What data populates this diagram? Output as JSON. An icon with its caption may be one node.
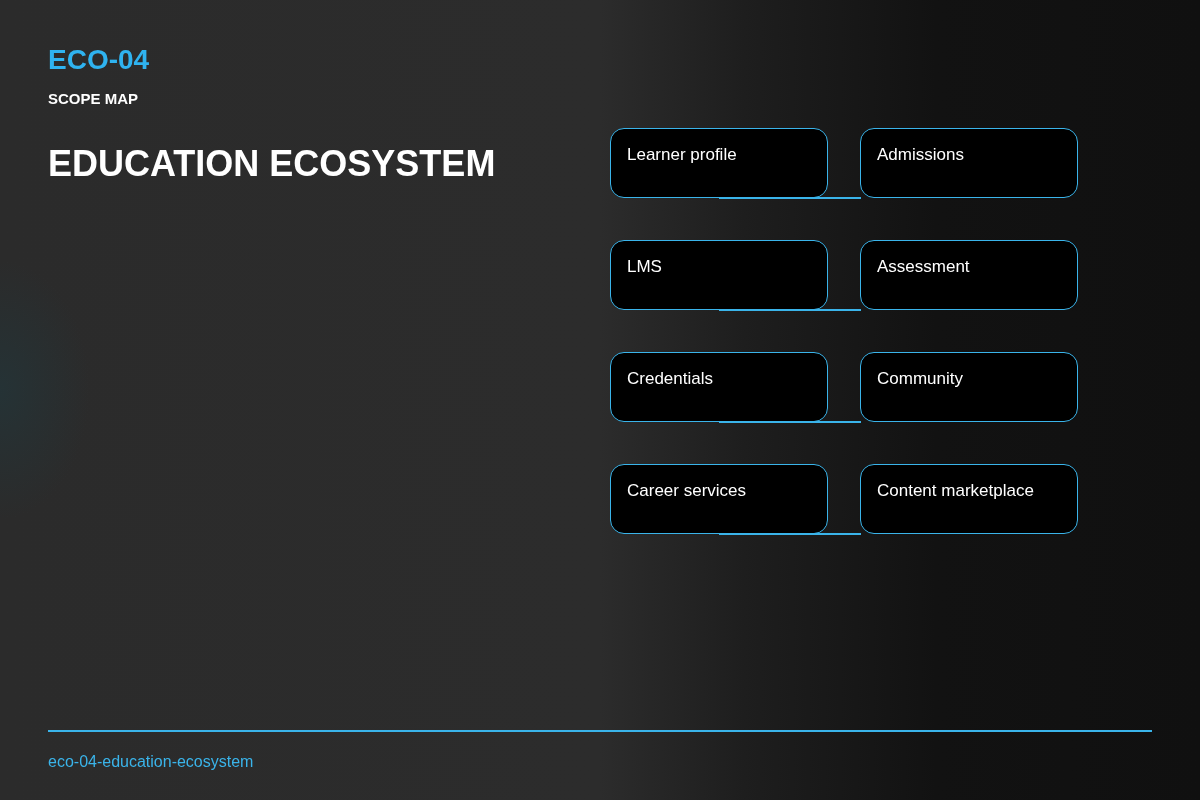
{
  "diagram": {
    "title": "EDUCATION ECOSYSTEM",
    "nodes": [
      {
        "text": [
          "Learner profile"
        ]
      },
      {
        "text": [
          "Admissions"
        ]
      },
      {
        "text": [
          "LMS"
        ]
      },
      {
        "text": [
          "Assessment"
        ]
      },
      {
        "text": [
          "Credentials"
        ]
      },
      {
        "text": [
          "Community"
        ]
      },
      {
        "text": [
          "Career services"
        ]
      },
      {
        "text": [
          "Content marketplace"
        ]
      }
    ],
    "edges": [
      {
        "from": 0,
        "to": 1,
        "arrow": "none"
      },
      {
        "from": 2,
        "to": 3,
        "arrow": "none"
      },
      {
        "from": 4,
        "to": 5,
        "arrow": "none"
      },
      {
        "from": 6,
        "to": 7,
        "arrow": "none"
      }
    ],
    "labels": [
      "ECO-04",
      "SCOPE MAP",
      "eco-04-education-ecosystem"
    ]
  }
}
